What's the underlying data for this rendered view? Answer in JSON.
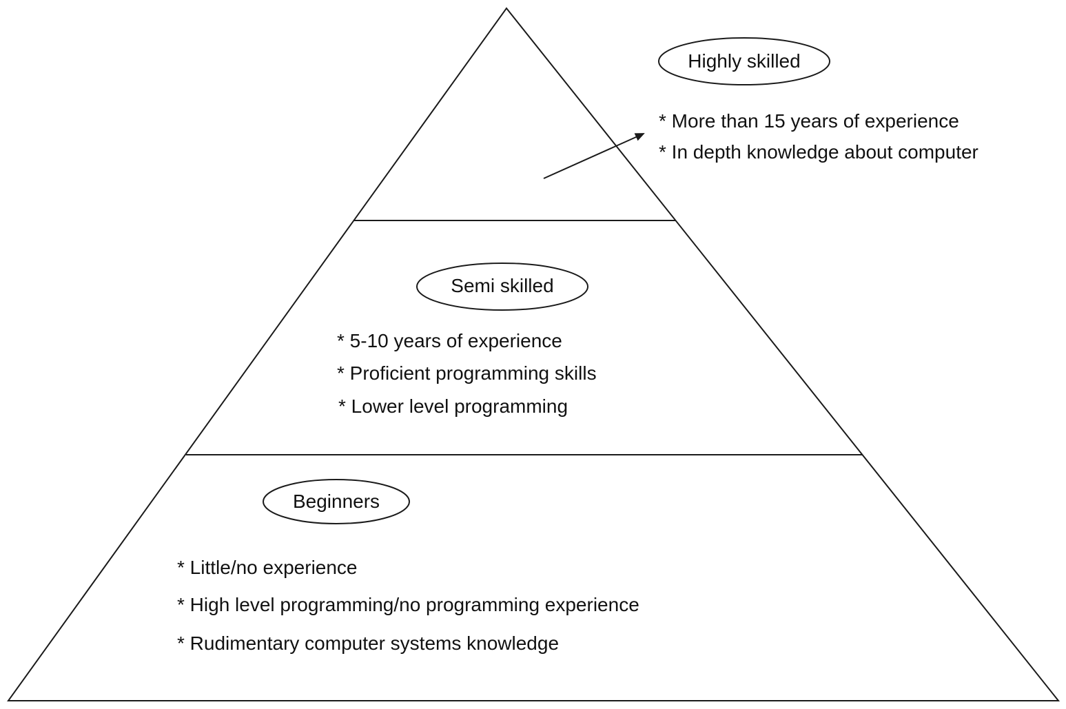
{
  "tiers": [
    {
      "label": "Highly skilled",
      "points": [
        "* More than 15 years of experience",
        "* In depth knowledge about computer"
      ]
    },
    {
      "label": "Semi skilled",
      "points": [
        "* 5-10 years of experience",
        "* Proficient programming skills",
        "* Lower level programming"
      ]
    },
    {
      "label": "Beginners",
      "points": [
        "* Little/no experience",
        "* High level programming/no programming experience",
        "* Rudimentary computer systems knowledge"
      ]
    }
  ]
}
